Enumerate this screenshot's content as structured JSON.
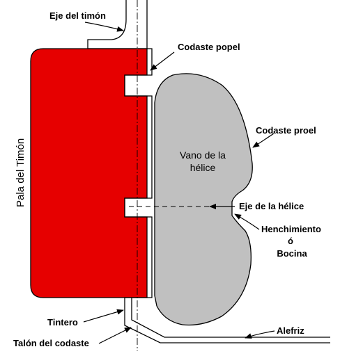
{
  "colors": {
    "rudder_blade": "#e60000",
    "propeller_aperture": "#c0c0c0",
    "lines": "#000000",
    "background": "#ffffff"
  },
  "labels": {
    "eje_timon": "Eje del timón",
    "codaste_popel": "Codaste popel",
    "codaste_proel": "Codaste proel",
    "pala_timon": "Pala del Timón",
    "vano_helice_1": "Vano de la",
    "vano_helice_2": "hélice",
    "eje_helice": "Eje de la hélice",
    "henchimiento": "Henchimiento",
    "henchimiento_o": "ó",
    "bocina": "Bocina",
    "tintero": "Tintero",
    "alefriz": "Alefriz",
    "talon_codaste": "Talón del codaste"
  }
}
